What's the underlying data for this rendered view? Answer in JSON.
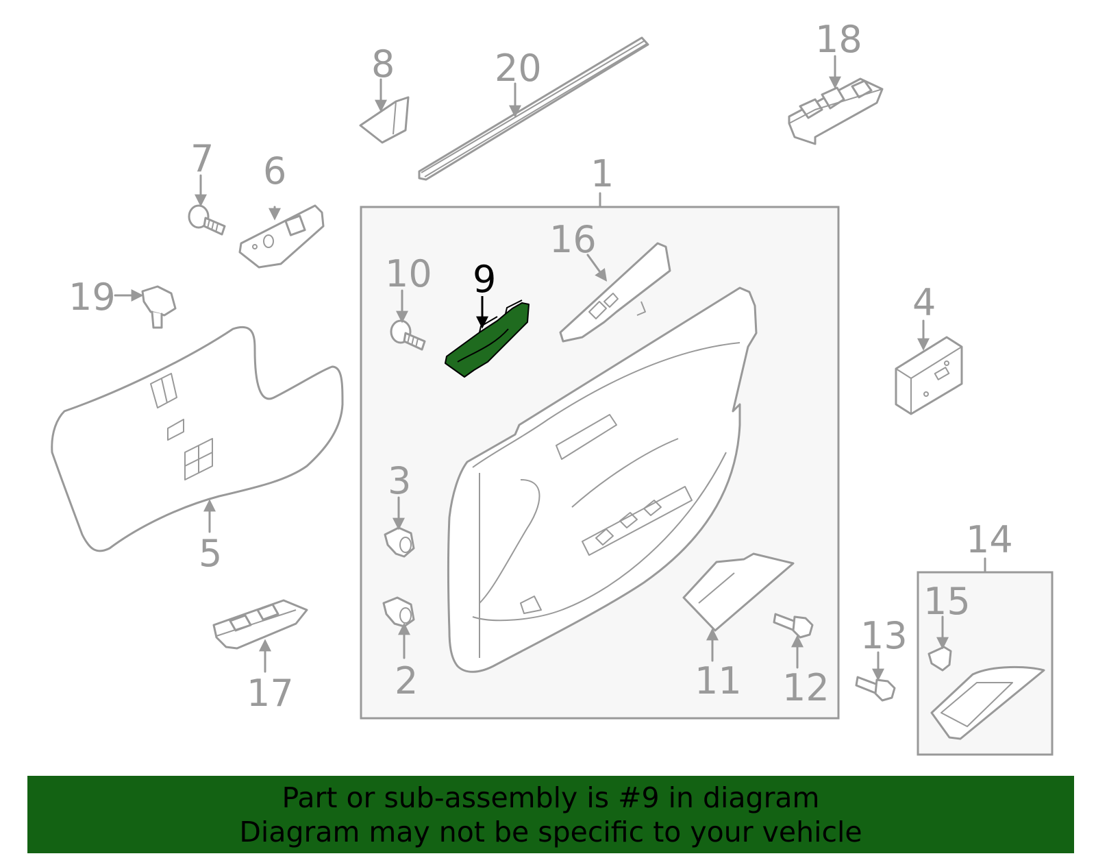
{
  "diagram": {
    "highlight_part": "9",
    "colors": {
      "line": "#999999",
      "highlight_fill": "#1f6b1f",
      "banner": "#136213",
      "box_fill": "#f7f7f7"
    },
    "labels": {
      "p1": "1",
      "p2": "2",
      "p3": "3",
      "p4": "4",
      "p5": "5",
      "p6": "6",
      "p7": "7",
      "p8": "8",
      "p9": "9",
      "p10": "10",
      "p11": "11",
      "p12": "12",
      "p13": "13",
      "p14": "14",
      "p15": "15",
      "p16": "16",
      "p17": "17",
      "p18": "18",
      "p19": "19",
      "p20": "20"
    }
  },
  "banner": {
    "line1": "Part or sub-assembly is #9 in diagram",
    "line2": "Diagram may not be specific to your vehicle"
  }
}
